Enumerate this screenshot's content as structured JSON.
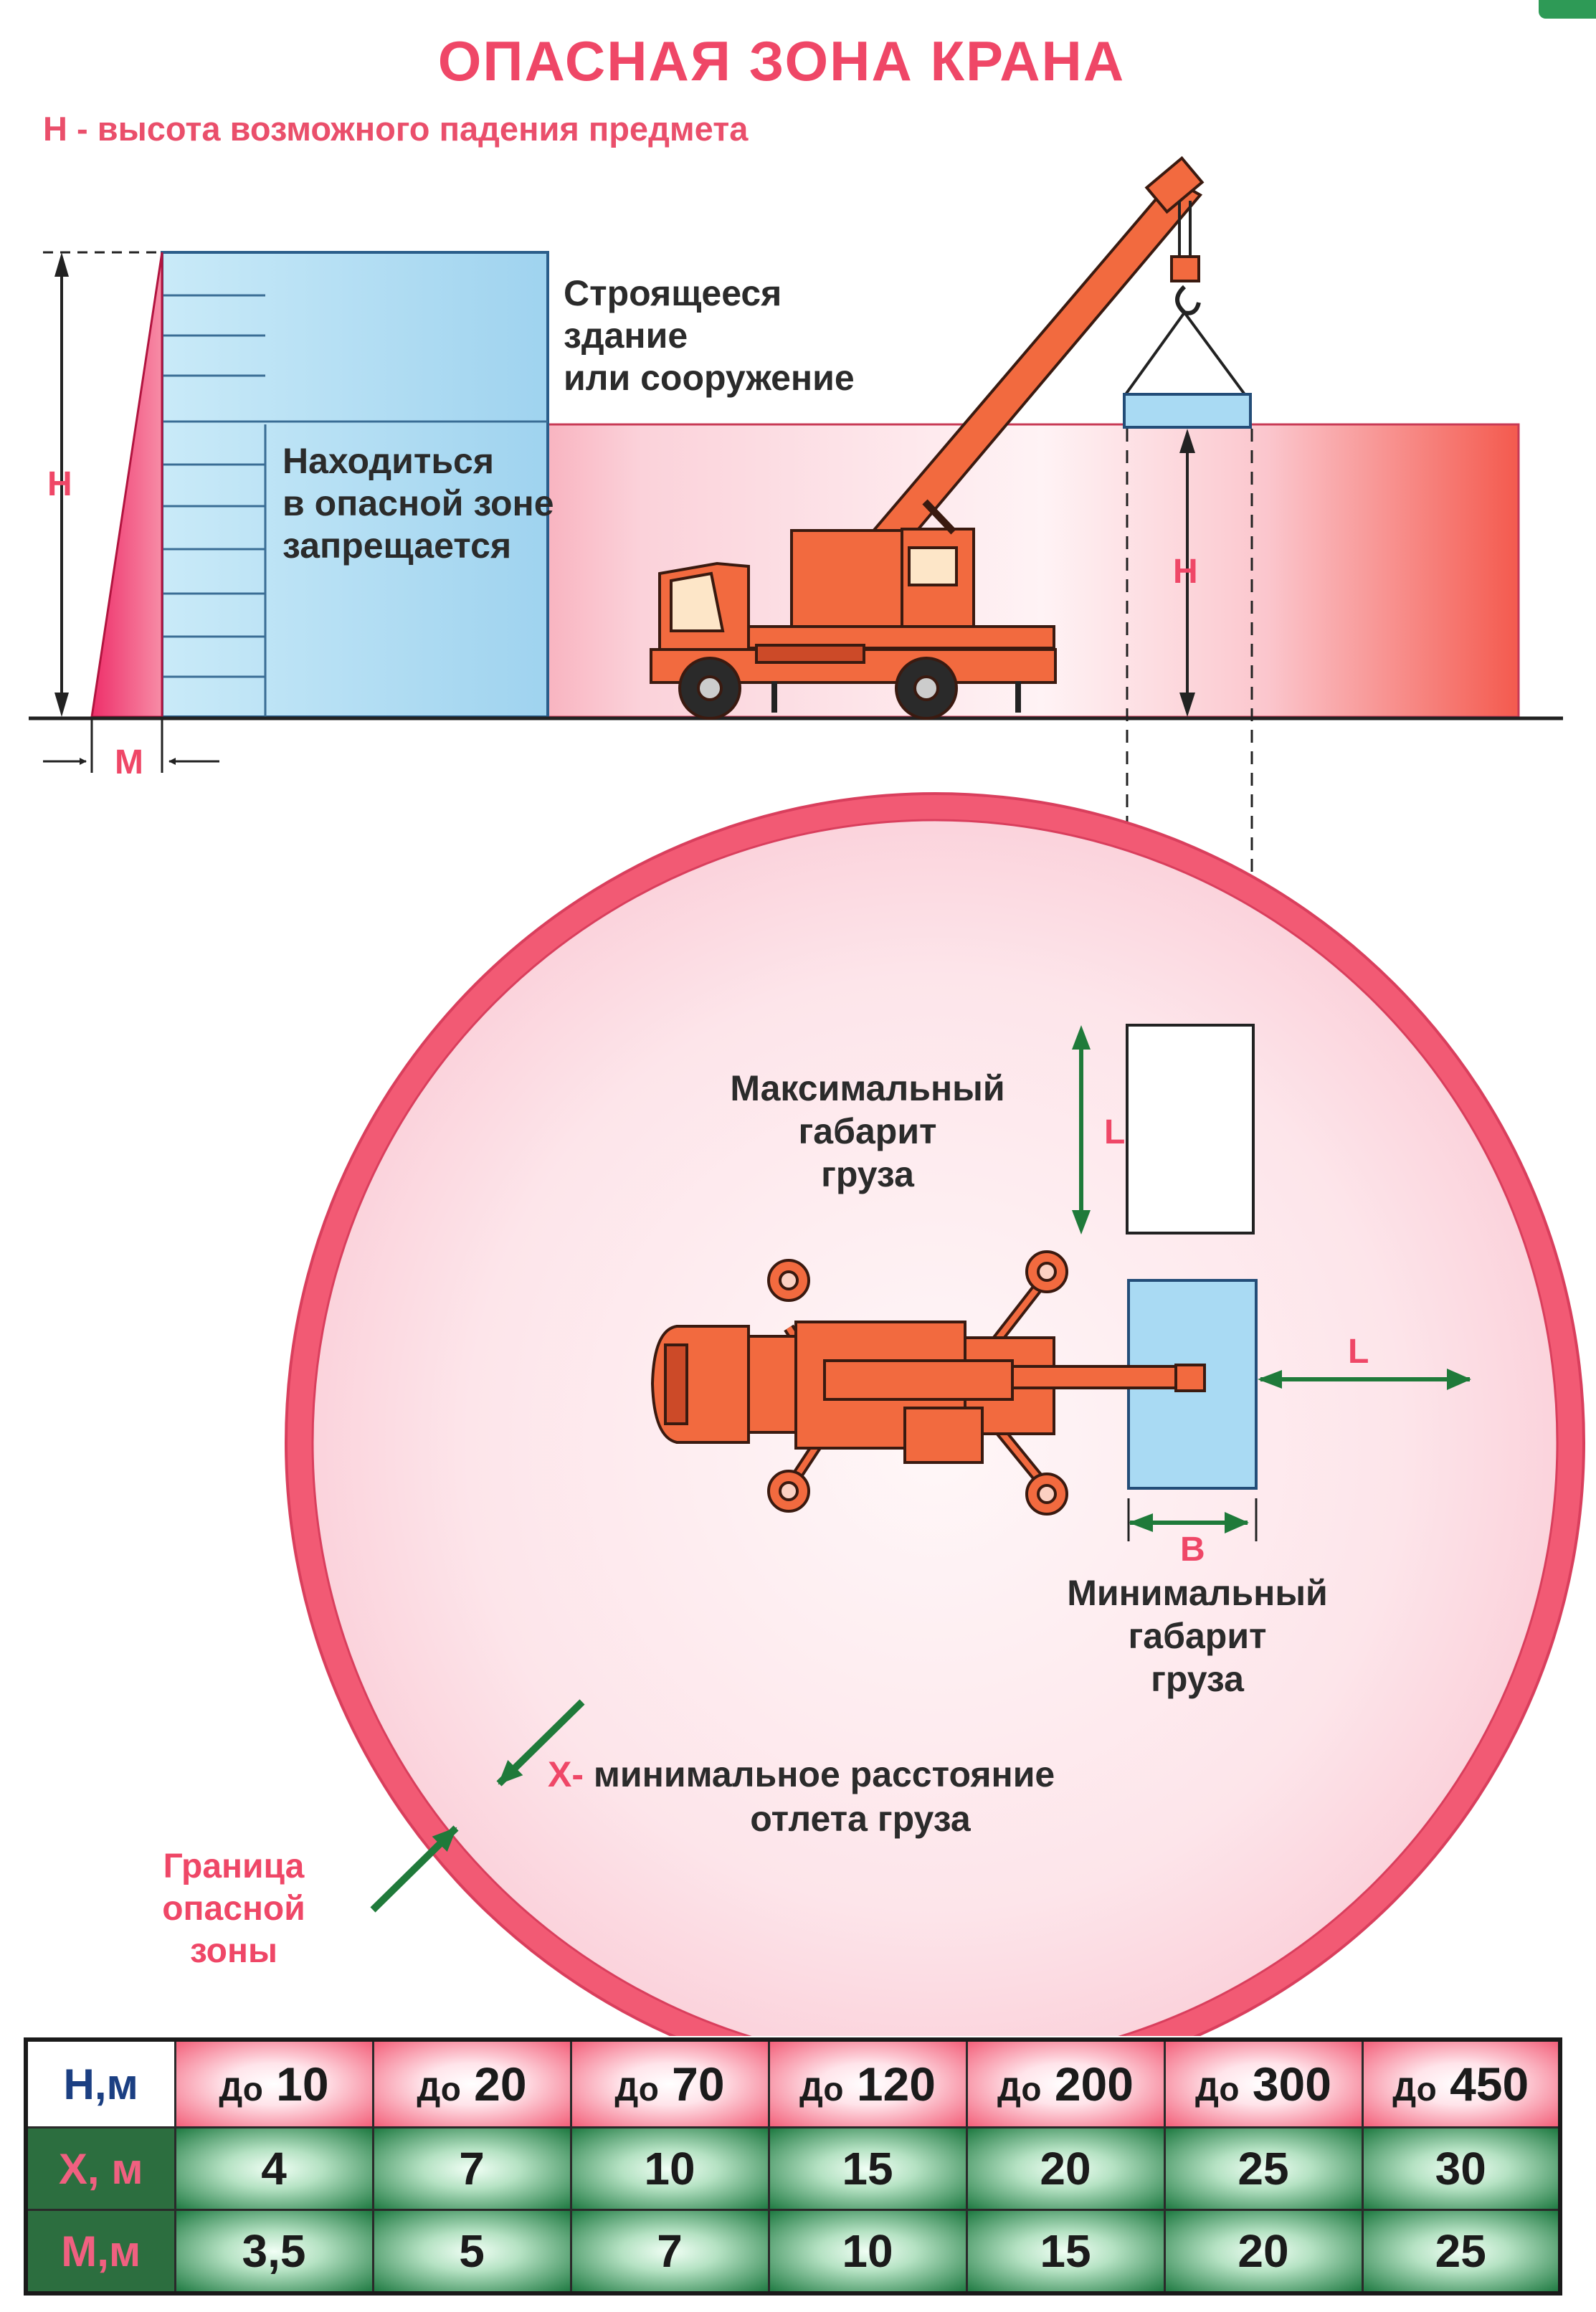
{
  "title": "ОПАСНАЯ ЗОНА КРАНА",
  "subtitle": "Н - высота возможного падения предмета",
  "side_view": {
    "building_caption": [
      "Строящееся",
      "здание",
      "или сооружение"
    ],
    "warning": [
      "Находиться",
      "в опасной зоне",
      "запрещается"
    ],
    "height_label": "Н",
    "load_height_label": "Н",
    "offset_label": "М"
  },
  "plan_view": {
    "max_load": [
      "Максимальный",
      "габарит",
      "груза"
    ],
    "min_load": [
      "Минимальный",
      "габарит",
      "груза"
    ],
    "length_label": "L",
    "length_label_right": "L",
    "width_label": "В",
    "x_prefix": "Х-",
    "x_text": [
      "минимальное расстояние",
      "отлета груза"
    ],
    "boundary": [
      "Граница",
      "опасной",
      "зоны"
    ]
  },
  "colors": {
    "accent_red": "#ef4767",
    "crane_orange": "#f26a3f",
    "load_blue": "#a9daf3",
    "arrow_green": "#1f7a3a"
  },
  "table": {
    "prefix": "До",
    "rows": [
      {
        "label": "Н,м",
        "values": [
          "10",
          "20",
          "70",
          "120",
          "200",
          "300",
          "450"
        ]
      },
      {
        "label": "Х, м",
        "values": [
          "4",
          "7",
          "10",
          "15",
          "20",
          "25",
          "30"
        ]
      },
      {
        "label": "М,м",
        "values": [
          "3,5",
          "5",
          "7",
          "10",
          "15",
          "20",
          "25"
        ]
      }
    ]
  }
}
